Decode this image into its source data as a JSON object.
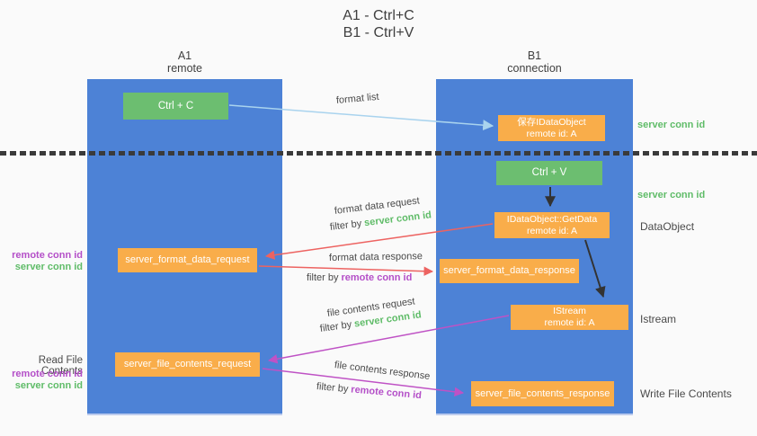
{
  "title": {
    "line1": "A1 - Ctrl+C",
    "line2": "B1 - Ctrl+V"
  },
  "lanes": {
    "left": {
      "name": "A1",
      "role": "remote"
    },
    "right": {
      "name": "B1",
      "role": "connection"
    }
  },
  "nodes": {
    "ctrl_c": {
      "label": "Ctrl + C"
    },
    "ctrl_v": {
      "label": "Ctrl + V"
    },
    "save_dataobject": {
      "line1": "保存IDataObject",
      "line2": "remote id: A"
    },
    "getdata": {
      "line1": "IDataObject::GetData",
      "line2": "remote id: A"
    },
    "istream": {
      "line1": "IStream",
      "line2": "remote id: A"
    },
    "server_format_data_request": {
      "label": "server_format_data_request"
    },
    "server_format_data_response": {
      "label": "server_format_data_response"
    },
    "server_file_contents_request": {
      "label": "server_file_contents_request"
    },
    "server_file_contents_response": {
      "label": "server_file_contents_response"
    }
  },
  "arrows": {
    "format_list": {
      "label": "format list"
    },
    "format_data_request": {
      "label": "format data request",
      "filter_prefix": "filter by",
      "filter_key": "server conn id"
    },
    "format_data_response": {
      "label": "format data response",
      "filter_prefix": "filter by",
      "filter_key": "remote conn id"
    },
    "file_contents_request": {
      "label": "file contents request",
      "filter_prefix": "filter by",
      "filter_key": "server conn id"
    },
    "file_contents_response": {
      "label": "file contents response",
      "filter_prefix": "filter by",
      "filter_key": "remote conn id"
    }
  },
  "annotations": {
    "right_server_conn_id_top": "server conn id",
    "right_server_conn_id_mid": "server conn id",
    "dataobject": "DataObject",
    "istream": "Istream",
    "write_file_contents": "Write File Contents",
    "read_file_contents": "Read File Contents",
    "left_top": {
      "remote": "remote conn id",
      "server": "server conn id"
    },
    "left_bottom": {
      "remote": "remote conn id",
      "server": "server conn id"
    }
  },
  "colors": {
    "lane_blue": "#4d82d6",
    "node_green": "#6cbe70",
    "node_orange": "#f9ad4a",
    "arrow_lightblue": "#a9d3ee",
    "arrow_red": "#ed6361",
    "arrow_magenta": "#bf52c5",
    "arrow_black": "#333333",
    "text_green": "#5fbc68",
    "text_purple": "#b44fc8",
    "text_dark": "#4a4a4a",
    "background": "#fafafa"
  }
}
